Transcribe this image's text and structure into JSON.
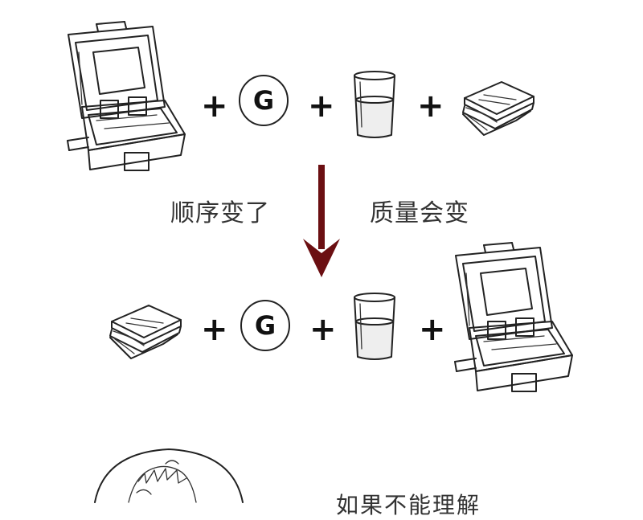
{
  "equation_top": {
    "items": [
      "lunchbox-icon",
      "coin-g-icon",
      "water-glass-icon",
      "sandwich-icon"
    ],
    "plus": "+",
    "coin_letter": "G"
  },
  "captions": {
    "left": "顺序变了",
    "right": "质量会变"
  },
  "arrow": {
    "color": "#6b0f12"
  },
  "equation_bottom": {
    "items": [
      "sandwich-icon",
      "coin-g-icon",
      "water-glass-icon",
      "lunchbox-icon"
    ],
    "plus": "+",
    "coin_letter": "G"
  },
  "bottom_text": "如果不能理解"
}
